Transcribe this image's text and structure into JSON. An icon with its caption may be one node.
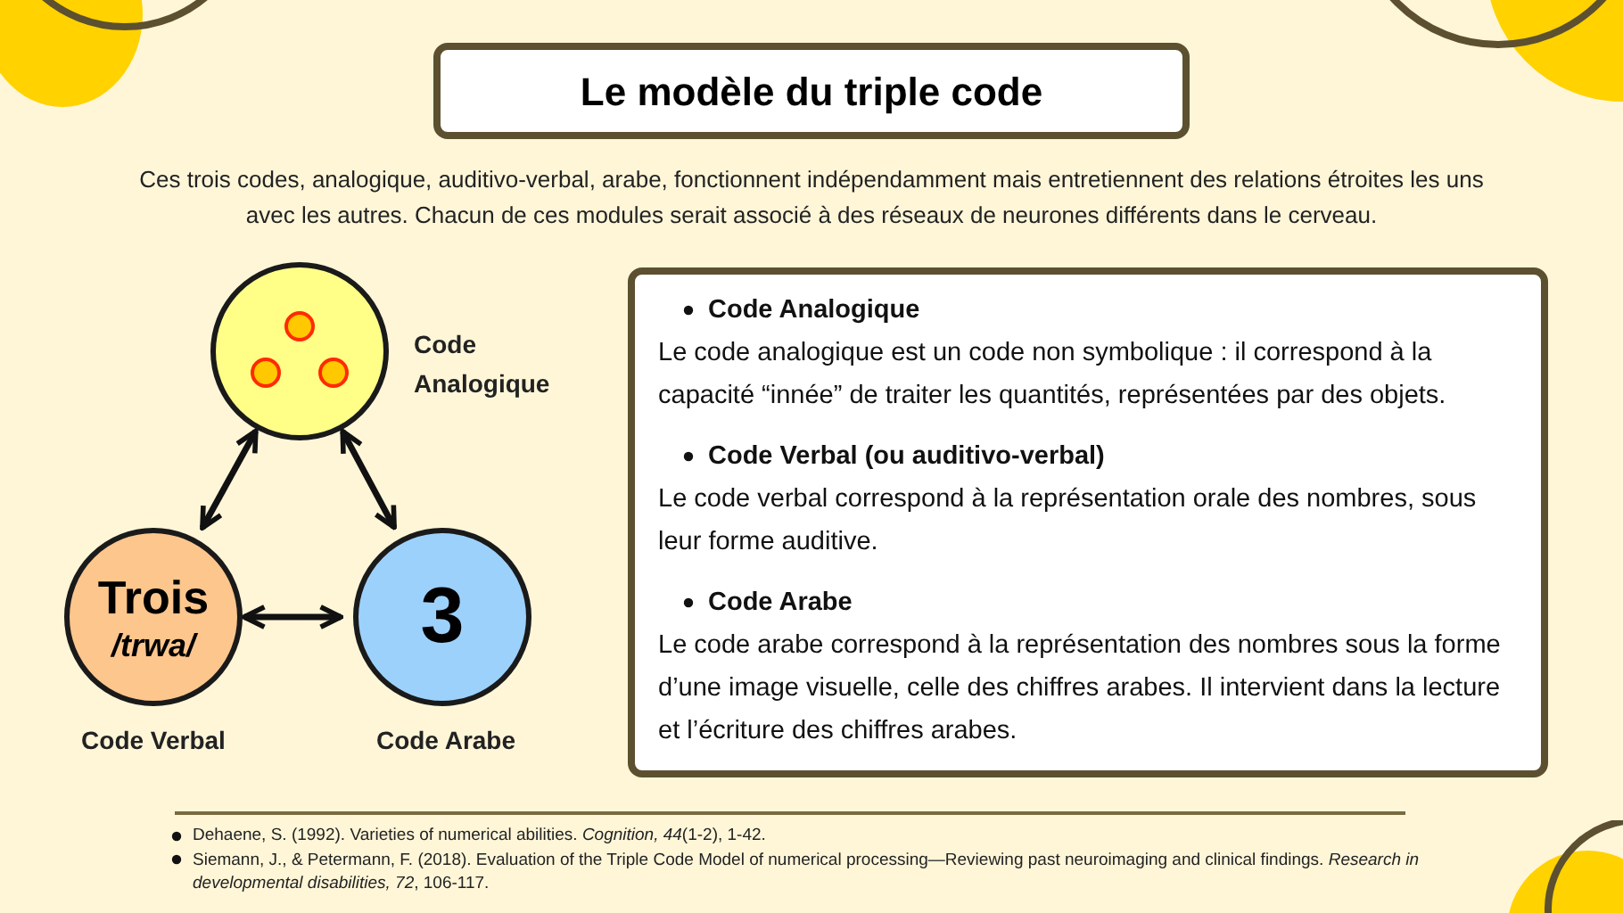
{
  "diagram": {
    "title": "Le modèle du triple code",
    "nodes": [
      {
        "text": [],
        "shape": "circle",
        "beside": [
          "Code Analogique"
        ]
      },
      {
        "text": [
          "Trois",
          "/trwa/"
        ],
        "beside": [
          "Code Verbal"
        ]
      },
      {
        "text": [
          "3"
        ],
        "beside": [
          "Code Arabe"
        ]
      },
      {
        "text": [
          "Code Analogique",
          "Le code analogique est un code non symbolique : il correspond à la capacité “innée” de traiter les quantités, représentées par des objets.",
          "Code Verbal (ou auditivo-verbal)",
          "Le code verbal correspond à la représentation orale des nombres, sous leur forme auditive.",
          "Code Arabe",
          "Le code arabe correspond à la représentation des nombres sous la forme d’une image visuelle, celle des chiffres arabes. Il intervient dans la lecture et l’écriture des chiffres arabes."
        ]
      }
    ],
    "edges": [
      {
        "from": 0,
        "to": 1,
        "arrow": "both"
      },
      {
        "from": 0,
        "to": 2,
        "arrow": "both"
      },
      {
        "from": 1,
        "to": 2,
        "arrow": "both"
      }
    ],
    "labels": [
      "Ces trois codes, analogique, auditivo-verbal, arabe, fonctionnent indépendamment mais entretiennent des relations étroites les uns avec les autres. Chacun de ces modules serait associé à des réseaux de neurones différents dans le cerveau.",
      "Dehaene, S. (1992). Varieties of numerical abilities. *Cognition, 44*(1-2), 1-42.",
      "Siemann, J., & Petermann, F. (2018). Evaluation of the Triple Code Model of numerical processing—Reviewing past neuroimaging and clinical findings. *Research in developmental disabilities, 72*, 106-117."
    ]
  }
}
